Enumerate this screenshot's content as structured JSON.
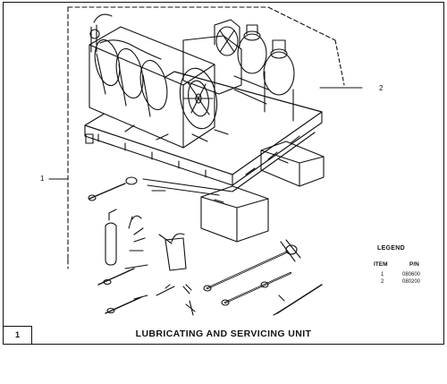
{
  "figure": {
    "number": "1",
    "caption": "LUBRICATING AND SERVICING UNIT"
  },
  "callouts": [
    {
      "label": "1"
    },
    {
      "label": "2"
    }
  ],
  "legend": {
    "title": "LEGEND",
    "headers": [
      "ITEM",
      "P/N"
    ],
    "rows": [
      {
        "item": "1",
        "pn": "080600"
      },
      {
        "item": "2",
        "pn": "080200"
      }
    ]
  }
}
